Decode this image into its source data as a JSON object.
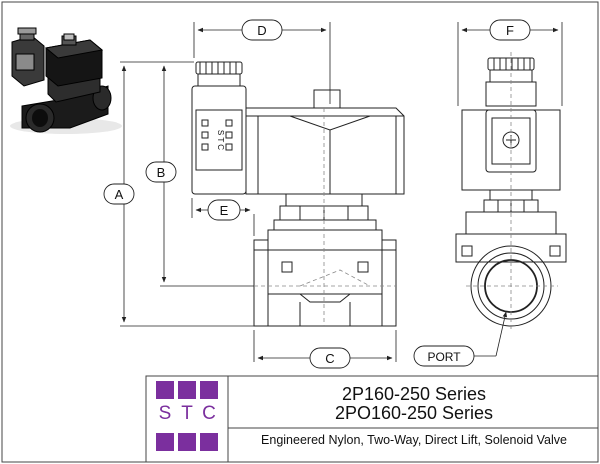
{
  "labels": {
    "dim_a": "A",
    "dim_b": "B",
    "dim_c": "C",
    "dim_d": "D",
    "dim_e": "E",
    "dim_f": "F",
    "port": "PORT",
    "connector_text": "S T C"
  },
  "title_block": {
    "logo": {
      "letters": [
        "S",
        "T",
        "C"
      ],
      "color": "#7b2f9e"
    },
    "series_line1": "2P160-250 Series",
    "series_line2": "2PO160-250 Series",
    "description": "Engineered Nylon, Two-Way, Direct Lift, Solenoid Valve"
  },
  "colors": {
    "brand_purple": "#7b2f9e",
    "line": "#222222",
    "hidden_line": "#888888"
  }
}
